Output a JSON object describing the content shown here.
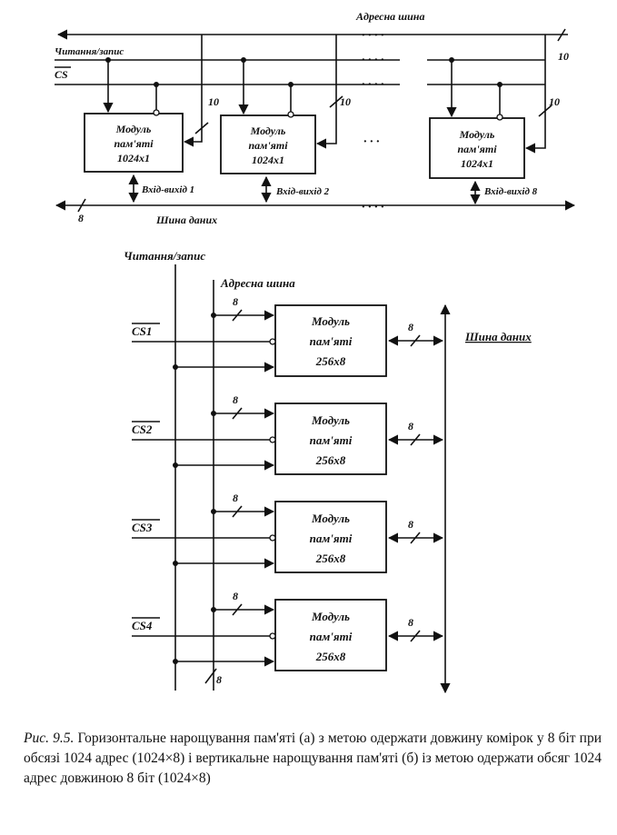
{
  "diagram_a": {
    "address_bus_label": "Адресна шина",
    "rw_label": "Читання/запис",
    "cs_label": "CS",
    "address_width": "10",
    "modules": [
      {
        "line1": "Модуль",
        "line2": "пам'яті",
        "line3": "1024x1",
        "io_label": "Вхід-вихід 1"
      },
      {
        "line1": "Модуль",
        "line2": "пам'яті",
        "line3": "1024x1",
        "io_label": "Вхід-вихід 2"
      },
      {
        "line1": "Модуль",
        "line2": "пам'яті",
        "line3": "1024x1",
        "io_label": "Вхід-вихід 8"
      }
    ],
    "data_bus_width": "8",
    "data_bus_label": "Шина даних"
  },
  "diagram_b": {
    "rw_label": "Читання/запис",
    "address_bus_label": "Адресна шина",
    "data_bus_label": "Шина даних",
    "address_width": "8",
    "data_width": "8",
    "address_bus_width": "8",
    "modules": [
      {
        "cs": "CS1",
        "line1": "Модуль",
        "line2": "пам'яті",
        "line3": "256x8"
      },
      {
        "cs": "CS2",
        "line1": "Модуль",
        "line2": "пам'яті",
        "line3": "256x8"
      },
      {
        "cs": "CS3",
        "line1": "Модуль",
        "line2": "пам'яті",
        "line3": "256x8"
      },
      {
        "cs": "CS4",
        "line1": "Модуль",
        "line2": "пам'яті",
        "line3": "256x8"
      }
    ]
  },
  "caption": {
    "prefix": "Рис. 9.5.",
    "text": "Горизонтальне нарощування пам'яті (а) з метою одержати довжину комірок у 8 біт при обсязі 1024 адрес (1024×8) і вертикальне нарощування пам'яті (б) із метою одержати обсяг 1024 адрес довжиною 8 біт (1024×8)"
  }
}
